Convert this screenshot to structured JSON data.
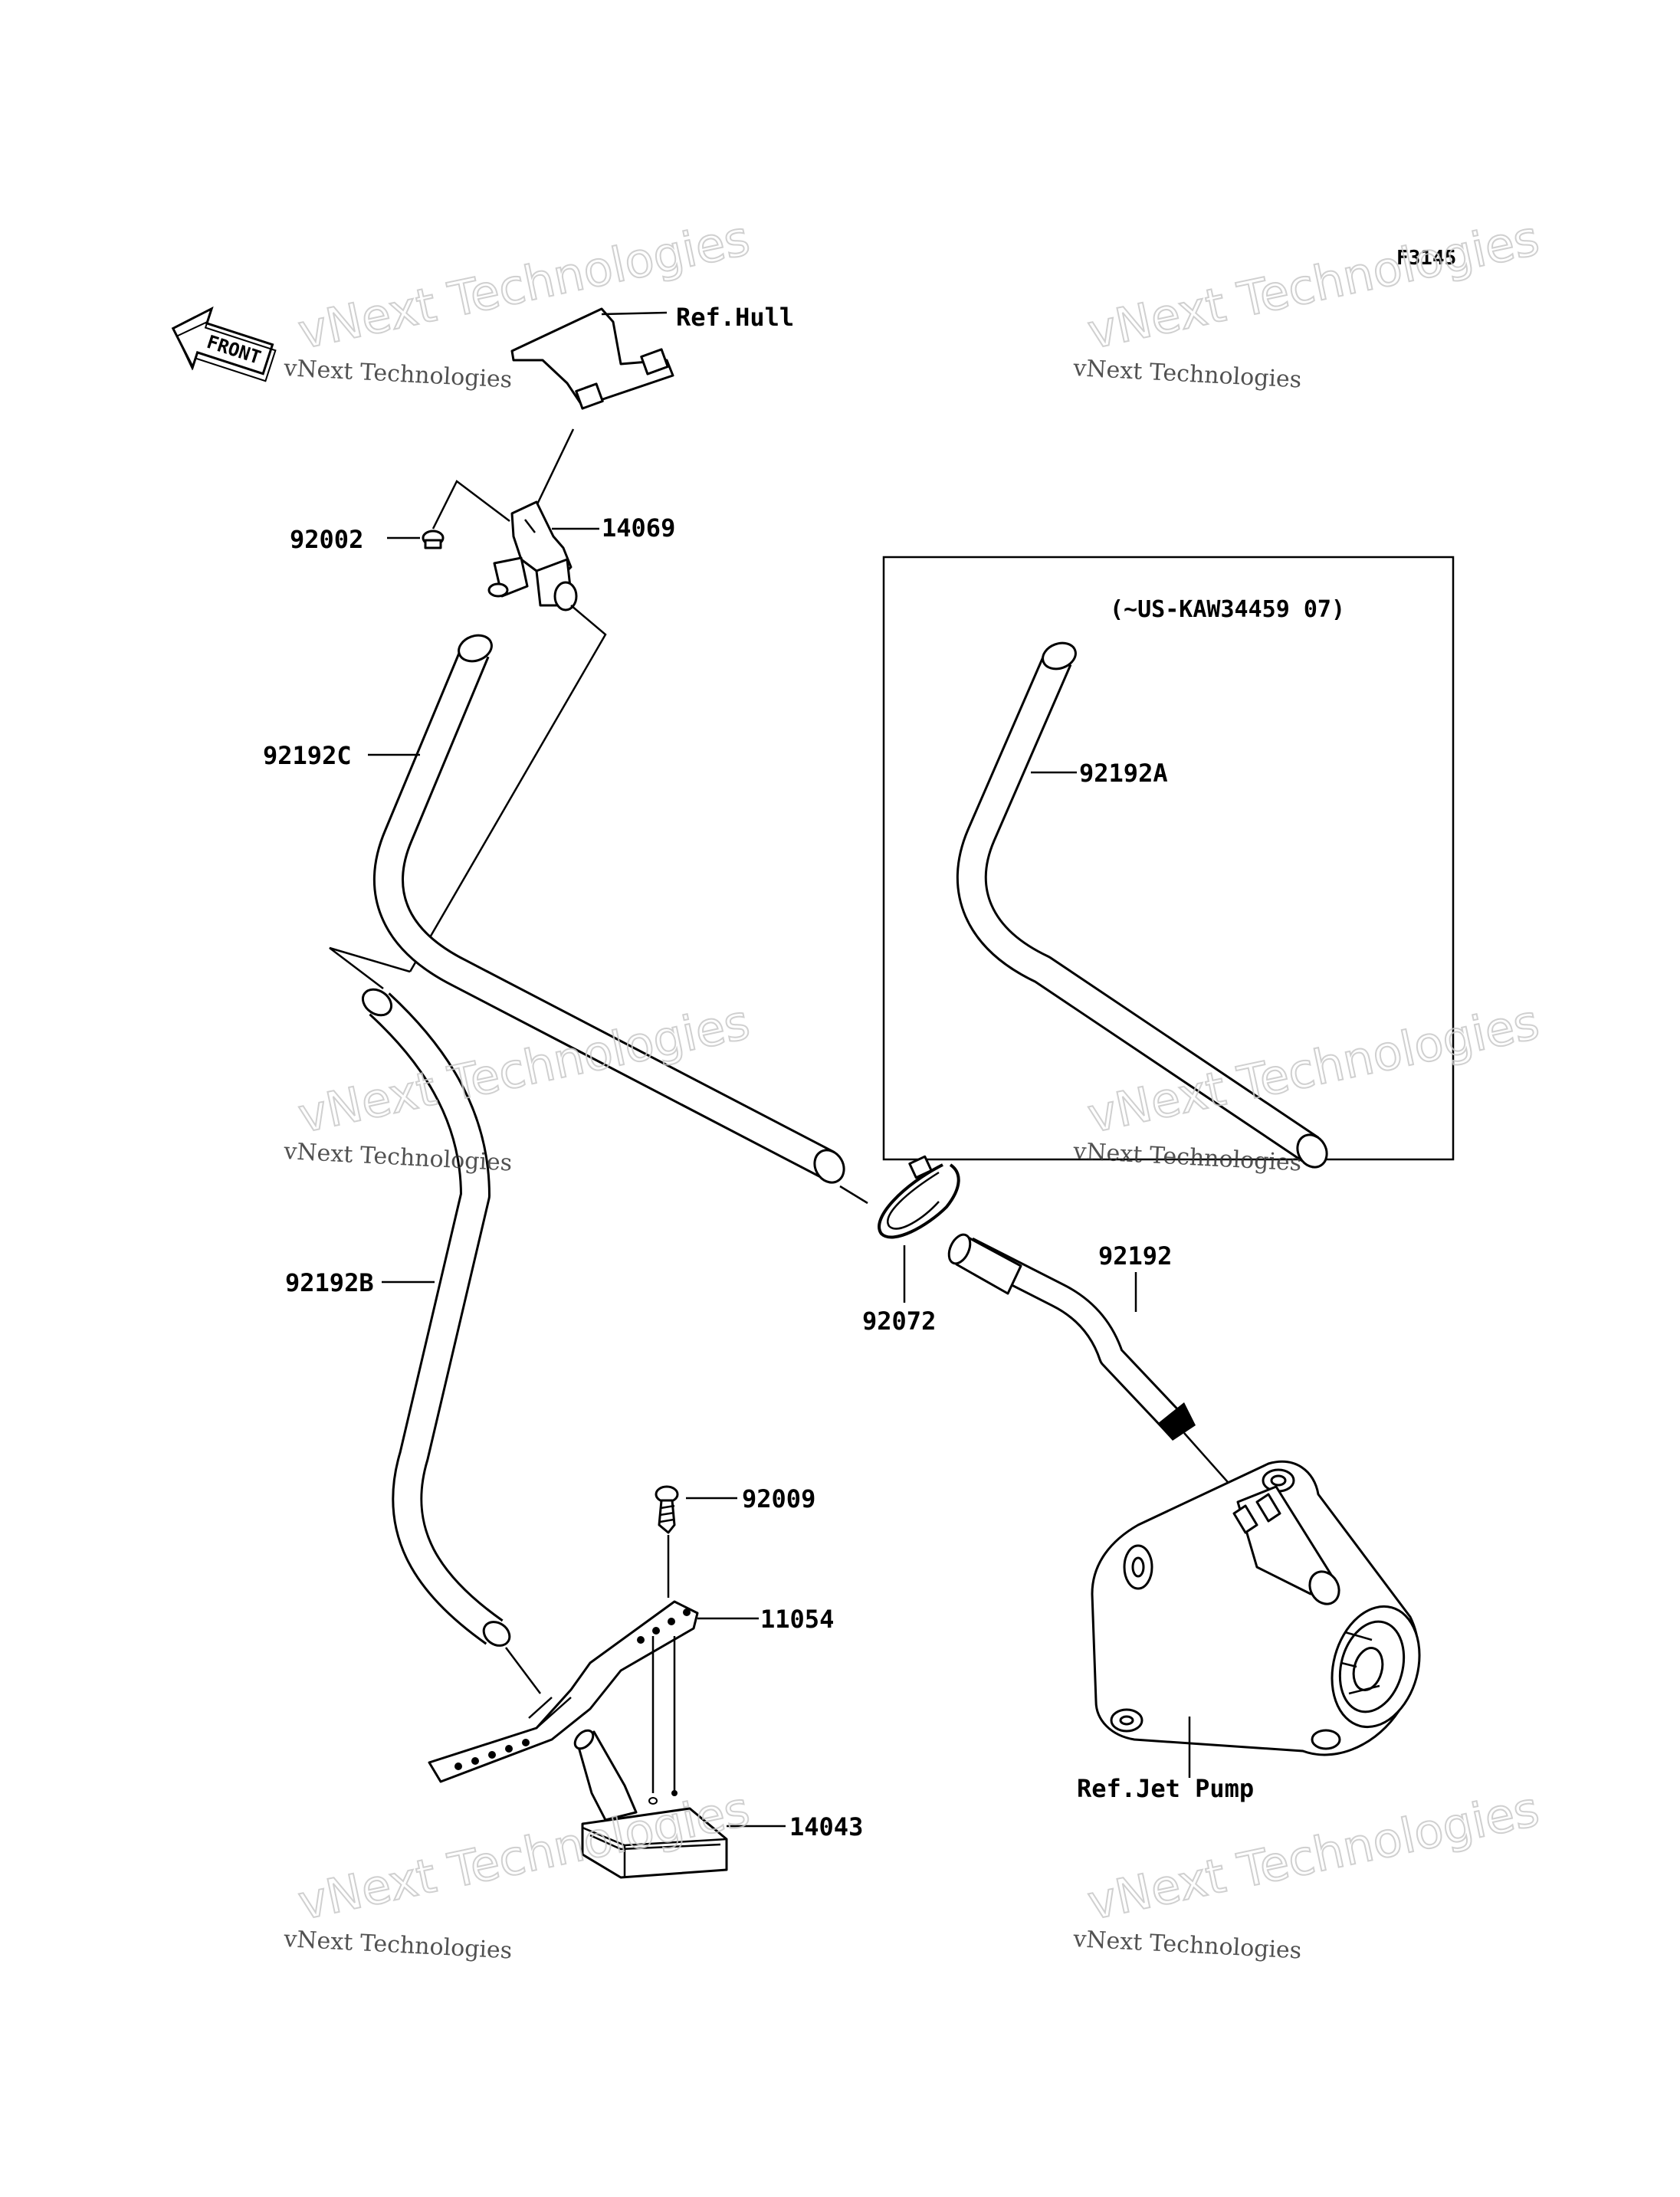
{
  "figure_code": "F3145",
  "front_label": "FRONT",
  "variant_box_label": "(~US-KAW34459   07)",
  "watermark": {
    "logo_text": "vNext Technologies",
    "caption": "vNext Technologies"
  },
  "labels": {
    "ref_hull": "Ref.Hull",
    "p14069": "14069",
    "p92002": "92002",
    "p92192c": "92192C",
    "p92192a": "92192A",
    "p92192b": "92192B",
    "p92072": "92072",
    "p92192": "92192",
    "p92009": "92009",
    "p11054": "11054",
    "p14043": "14043",
    "ref_jet_pump": "Ref.Jet Pump"
  }
}
